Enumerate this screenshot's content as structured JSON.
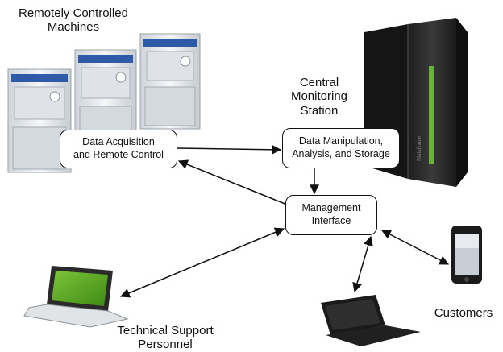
{
  "labels": {
    "machines": [
      "Remotely Controlled",
      "Machines"
    ],
    "station": [
      "Central",
      "Monitoring",
      "Station"
    ],
    "support": [
      "Technical Support",
      "Personnel"
    ],
    "customers": "Customers",
    "server_brand": "Mainframe"
  },
  "boxes": {
    "acquisition": [
      "Data Acquisition",
      "and Remote Control"
    ],
    "manipulation": [
      "Data Manipulation,",
      "Analysis, and Storage"
    ],
    "management": [
      "Management",
      "Interface"
    ]
  },
  "connections": [
    {
      "from": "Data Acquisition and Remote Control",
      "to": "Data Manipulation, Analysis, and Storage",
      "direction": "one-way"
    },
    {
      "from": "Data Manipulation, Analysis, and Storage",
      "to": "Management Interface",
      "direction": "one-way"
    },
    {
      "from": "Management Interface",
      "to": "Data Acquisition and Remote Control",
      "direction": "one-way"
    },
    {
      "from": "Management Interface",
      "to": "Technical Support Personnel",
      "direction": "two-way"
    },
    {
      "from": "Management Interface",
      "to": "Customers (laptop)",
      "direction": "two-way"
    },
    {
      "from": "Management Interface",
      "to": "Customers (phone)",
      "direction": "two-way"
    }
  ],
  "colors": {
    "machine_body": "#e9ecef",
    "machine_accent": "#2f5aa8",
    "server_body": "#2b2b2b",
    "server_glow": "#6fbf3a",
    "laptop_screen": "#5aa51f",
    "line": "#111111"
  }
}
